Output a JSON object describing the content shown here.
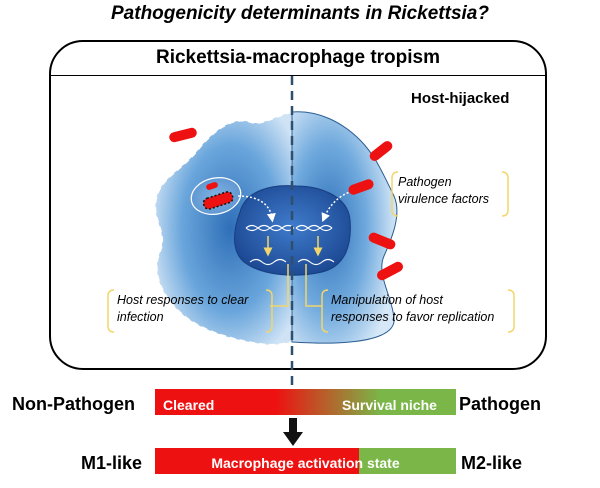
{
  "title": "Pathogenicity determinants in Rickettsia?",
  "frame": {
    "title": "Rickettsia-macrophage tropism",
    "corner_label": "Host-hijacked"
  },
  "annotations": {
    "virulence": [
      "Pathogen",
      "virulence factors"
    ],
    "host_responses": [
      "Host responses to clear",
      "infection"
    ],
    "manipulation": [
      "Manipulation of host",
      "responses to favor replication"
    ]
  },
  "bars": {
    "pathogen_scale": {
      "left_label": "Non-Pathogen",
      "right_label": "Pathogen",
      "left_text": "Cleared",
      "right_text": "Survival niche"
    },
    "activation_scale": {
      "left_label": "M1-like",
      "right_label": "M2-like",
      "center_text": "Macrophage activation state"
    }
  },
  "colors": {
    "red": "#ee1111",
    "green": "#7ab648",
    "cell_blue": "#5b9bd5",
    "nucleus_blue": "#1f4e9a",
    "bracket": "#f2d56b",
    "dashed_line": "#2f4f6f"
  }
}
